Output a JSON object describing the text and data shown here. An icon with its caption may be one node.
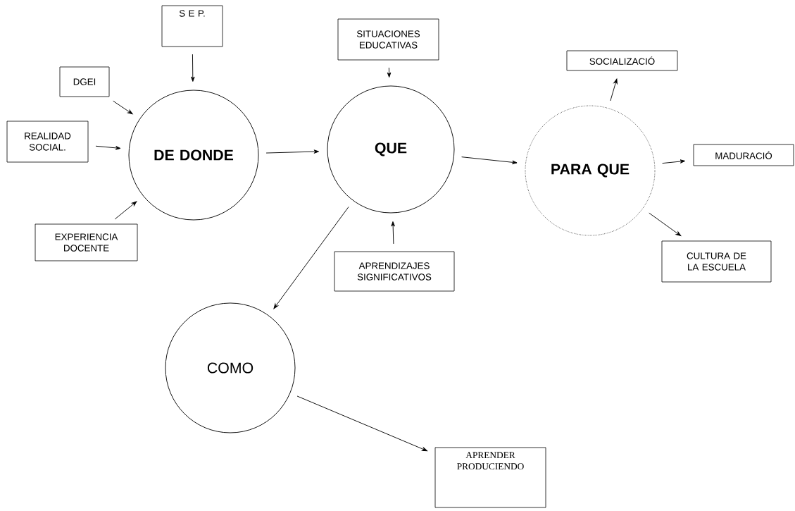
{
  "diagram": {
    "nodes": [
      {
        "text": [
          "DE DONDE"
        ]
      },
      {
        "text": [
          "QUE"
        ]
      },
      {
        "text": [
          "PARA QUE"
        ]
      },
      {
        "text": [
          "COMO"
        ]
      },
      {
        "text": [
          "S E P."
        ]
      },
      {
        "text": [
          "DGEI"
        ]
      },
      {
        "text": [
          "REALIDAD SOCIAL."
        ]
      },
      {
        "text": [
          "EXPERIENCIA DOCENTE"
        ]
      },
      {
        "text": [
          "SITUACIONES EDUCATIVAS"
        ]
      },
      {
        "text": [
          "APRENDIZAJES SIGNIFICATIVOS"
        ]
      },
      {
        "text": [
          "SOCIALIZACIÓ"
        ]
      },
      {
        "text": [
          "MADURACIÓ"
        ]
      },
      {
        "text": [
          "CULTURA DE LA ESCUELA"
        ]
      },
      {
        "text": [
          "APRENDER PRODUCIENDO"
        ]
      }
    ],
    "edges": [
      {
        "from": 4,
        "to": 0,
        "arrow": "to"
      },
      {
        "from": 5,
        "to": 0,
        "arrow": "to"
      },
      {
        "from": 6,
        "to": 0,
        "arrow": "to"
      },
      {
        "from": 7,
        "to": 0,
        "arrow": "to"
      },
      {
        "from": 0,
        "to": 1,
        "arrow": "to"
      },
      {
        "from": 8,
        "to": 1,
        "arrow": "to"
      },
      {
        "from": 9,
        "to": 1,
        "arrow": "to"
      },
      {
        "from": 1,
        "to": 3,
        "arrow": "to"
      },
      {
        "from": 1,
        "to": 2,
        "arrow": "to"
      },
      {
        "from": 2,
        "to": 10,
        "arrow": "to"
      },
      {
        "from": 2,
        "to": 11,
        "arrow": "to"
      },
      {
        "from": 2,
        "to": 12,
        "arrow": "to"
      },
      {
        "from": 3,
        "to": 13,
        "arrow": "to"
      }
    ]
  }
}
